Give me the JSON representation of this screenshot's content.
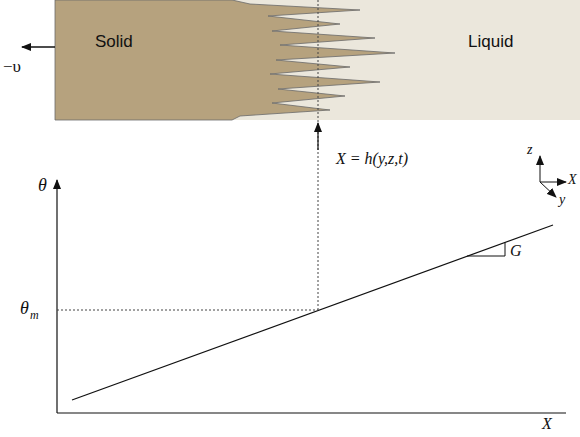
{
  "diagram": {
    "nodes": [
      {
        "text": [
          "Solid"
        ]
      },
      {
        "text": [
          "Liquid"
        ]
      }
    ],
    "labels": [
      "−υ",
      "X = h(y,z,t)",
      "z",
      "X",
      "y",
      "θ",
      "θ",
      "m",
      "G",
      "X"
    ]
  }
}
